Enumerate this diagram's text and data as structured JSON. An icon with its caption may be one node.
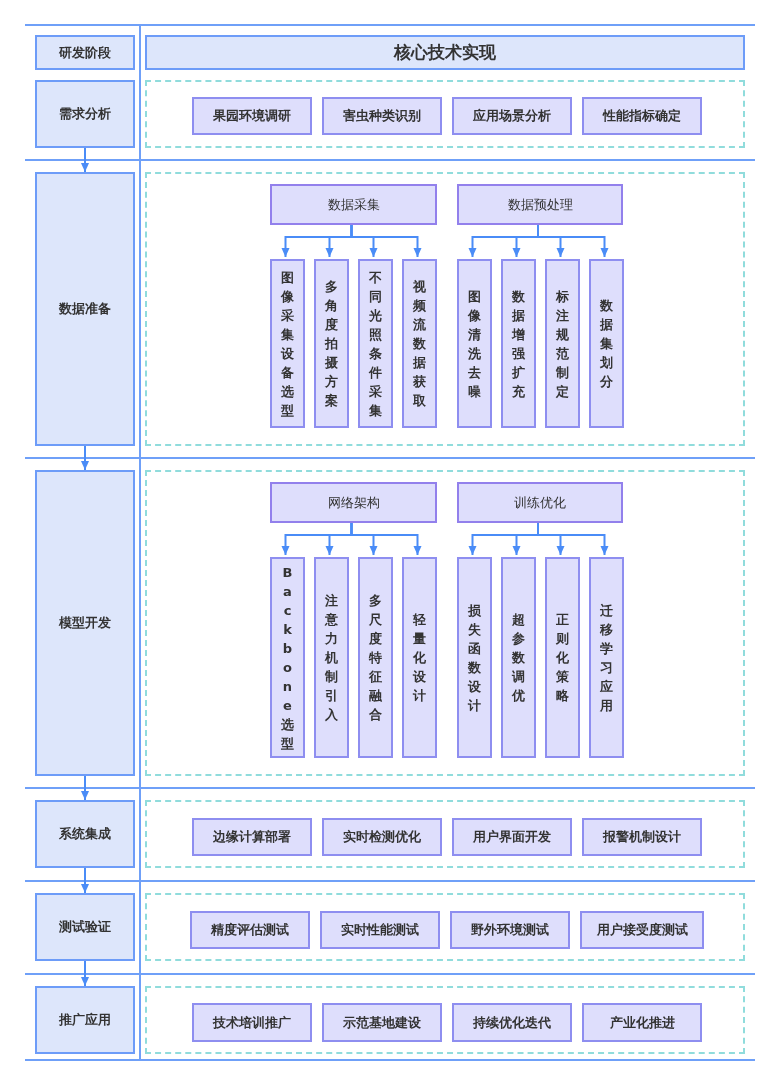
{
  "diagram": {
    "nodes": [
      {
        "text": [
          "研发阶段"
        ]
      },
      {
        "text": [
          "核心技术实现"
        ]
      },
      {
        "text": [
          "需求分析"
        ]
      },
      {
        "text": [],
        "shape": "box"
      },
      {
        "text": [
          "果园环境调研"
        ],
        "in": 3
      },
      {
        "text": [
          "害虫种类识别"
        ],
        "in": 3
      },
      {
        "text": [
          "应用场景分析"
        ],
        "in": 3
      },
      {
        "text": [
          "性能指标确定"
        ],
        "in": 3
      },
      {
        "text": [
          "数据准备"
        ]
      },
      {
        "text": [],
        "shape": "box"
      },
      {
        "text": [
          "数据采集"
        ],
        "in": 9
      },
      {
        "text": [
          "数据预处理"
        ],
        "in": 9
      },
      {
        "text": [
          "图像采集设备选型"
        ],
        "in": 9
      },
      {
        "text": [
          "多角度拍摄方案"
        ],
        "in": 9
      },
      {
        "text": [
          "不同光照条件采集"
        ],
        "in": 9
      },
      {
        "text": [
          "视频流数据获取"
        ],
        "in": 9
      },
      {
        "text": [
          "图像清洗去噪"
        ],
        "in": 9
      },
      {
        "text": [
          "数据增强扩充"
        ],
        "in": 9
      },
      {
        "text": [
          "标注规范制定"
        ],
        "in": 9
      },
      {
        "text": [
          "数据集划分"
        ],
        "in": 9
      },
      {
        "text": [
          "模型开发"
        ]
      },
      {
        "text": [],
        "shape": "box"
      },
      {
        "text": [
          "网络架构"
        ],
        "in": 21
      },
      {
        "text": [
          "训练优化"
        ],
        "in": 21
      },
      {
        "text": [
          "Backbone选型"
        ],
        "in": 21
      },
      {
        "text": [
          "注意力机制引入"
        ],
        "in": 21
      },
      {
        "text": [
          "多尺度特征融合"
        ],
        "in": 21
      },
      {
        "text": [
          "轻量化设计"
        ],
        "in": 21
      },
      {
        "text": [
          "损失函数设计"
        ],
        "in": 21
      },
      {
        "text": [
          "超参数调优"
        ],
        "in": 21
      },
      {
        "text": [
          "正则化策略"
        ],
        "in": 21
      },
      {
        "text": [
          "迁移学习应用"
        ],
        "in": 21
      },
      {
        "text": [
          "系统集成"
        ]
      },
      {
        "text": [],
        "shape": "box"
      },
      {
        "text": [
          "边缘计算部署"
        ],
        "in": 33
      },
      {
        "text": [
          "实时检测优化"
        ],
        "in": 33
      },
      {
        "text": [
          "用户界面开发"
        ],
        "in": 33
      },
      {
        "text": [
          "报警机制设计"
        ],
        "in": 33
      },
      {
        "text": [
          "测试验证"
        ]
      },
      {
        "text": [],
        "shape": "box"
      },
      {
        "text": [
          "精度评估测试"
        ],
        "in": 39
      },
      {
        "text": [
          "实时性能测试"
        ],
        "in": 39
      },
      {
        "text": [
          "野外环境测试"
        ],
        "in": 39
      },
      {
        "text": [
          "用户接受度测试"
        ],
        "in": 39
      },
      {
        "text": [
          "推广应用"
        ]
      },
      {
        "text": [],
        "shape": "box"
      },
      {
        "text": [
          "技术培训推广"
        ],
        "in": 45
      },
      {
        "text": [
          "示范基地建设"
        ],
        "in": 45
      },
      {
        "text": [
          "持续优化迭代"
        ],
        "in": 45
      },
      {
        "text": [
          "产业化推进"
        ],
        "in": 45
      }
    ],
    "edges": [
      {
        "from": 2,
        "to": 8,
        "arrow": "to"
      },
      {
        "from": 8,
        "to": 20,
        "arrow": "to"
      },
      {
        "from": 20,
        "to": 32,
        "arrow": "to"
      },
      {
        "from": 32,
        "to": 38,
        "arrow": "to"
      },
      {
        "from": 38,
        "to": 44,
        "arrow": "to"
      },
      {
        "from": 10,
        "to": 12,
        "arrow": "to"
      },
      {
        "from": 10,
        "to": 13,
        "arrow": "to"
      },
      {
        "from": 10,
        "to": 14,
        "arrow": "to"
      },
      {
        "from": 10,
        "to": 15,
        "arrow": "to"
      },
      {
        "from": 11,
        "to": 16,
        "arrow": "to"
      },
      {
        "from": 11,
        "to": 17,
        "arrow": "to"
      },
      {
        "from": 11,
        "to": 18,
        "arrow": "to"
      },
      {
        "from": 11,
        "to": 19,
        "arrow": "to"
      },
      {
        "from": 22,
        "to": 24,
        "arrow": "to"
      },
      {
        "from": 22,
        "to": 25,
        "arrow": "to"
      },
      {
        "from": 22,
        "to": 26,
        "arrow": "to"
      },
      {
        "from": 22,
        "to": 27,
        "arrow": "to"
      },
      {
        "from": 23,
        "to": 28,
        "arrow": "to"
      },
      {
        "from": 23,
        "to": 29,
        "arrow": "to"
      },
      {
        "from": 23,
        "to": 30,
        "arrow": "to"
      },
      {
        "from": 23,
        "to": 31,
        "arrow": "to"
      }
    ]
  }
}
